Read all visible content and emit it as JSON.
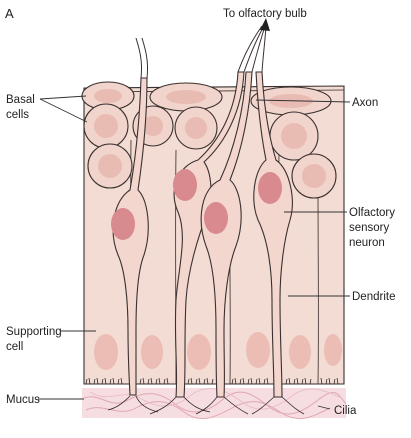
{
  "panel_letter": "A",
  "labels": {
    "bulb": "To olfactory bulb",
    "basal_1": "Basal",
    "basal_2": "cells",
    "axon": "Axon",
    "olf_1": "Olfactory",
    "olf_2": "sensory",
    "olf_3": "neuron",
    "dendrite": "Dendrite",
    "supporting_1": "Supporting",
    "supporting_2": "cell",
    "mucus": "Mucus",
    "cilia": "Cilia"
  },
  "colors": {
    "tissue": "#f3dcd3",
    "nucleus": "#e6b2ac",
    "neuron_nucleus": "#d98a8e",
    "outline": "#3a3030",
    "mucus": "#e8b8c0"
  }
}
